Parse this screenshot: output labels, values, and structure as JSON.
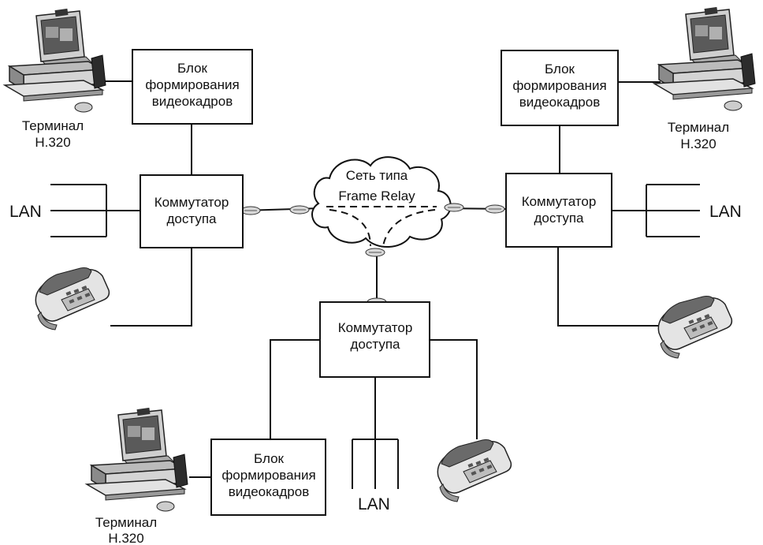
{
  "cloud": {
    "line1": "Сеть типа",
    "line2": "Frame Relay"
  },
  "boxes": {
    "video_tl": [
      "Блок",
      "формирования",
      "видеокадров"
    ],
    "video_tr": [
      "Блок",
      "формирования",
      "видеокадров"
    ],
    "video_bottom": [
      "Блок",
      "формирования",
      "видеокадров"
    ],
    "switch_left": [
      "Коммутатор",
      "доступа"
    ],
    "switch_right": [
      "Коммутатор",
      "доступа"
    ],
    "switch_bottom": [
      "Коммутатор",
      "доступа"
    ]
  },
  "terminals": {
    "top_left": [
      "Терминал",
      "H.320"
    ],
    "top_right": [
      "Терминал",
      "H.320"
    ],
    "bottom": [
      "Терминал",
      "H.320"
    ]
  },
  "lan": {
    "left": "LAN",
    "right": "LAN",
    "bottom": "LAN"
  },
  "icons": {
    "computer": "computer-terminal-icon",
    "phone": "desk-phone-icon",
    "connector": "link-connector-icon"
  },
  "colors": {
    "line": "#111111",
    "background": "#ffffff",
    "box_fill": "#ffffff"
  }
}
